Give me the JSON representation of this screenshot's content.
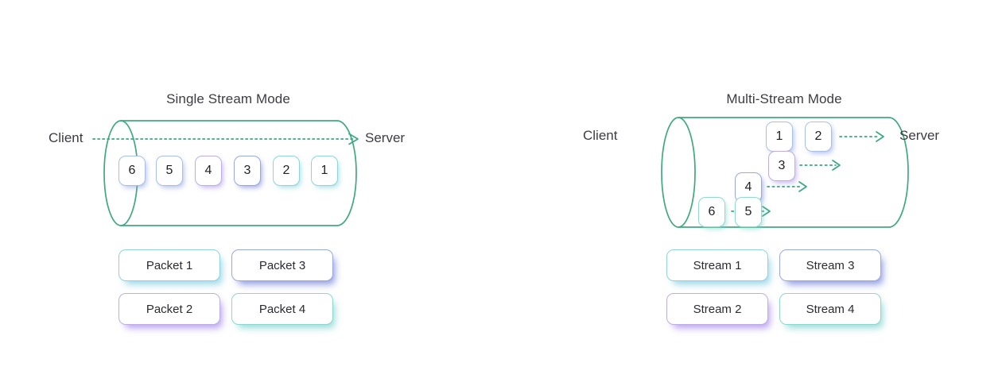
{
  "diagram": {
    "title_hidden": "",
    "accent_cylinder": "#3fa97f",
    "accent_arrow": "#3aa882"
  },
  "panels": [
    {
      "id": "single-stream",
      "title": "Single Stream Mode",
      "client_label": "Client",
      "server_label": "Server",
      "chips": [
        {
          "label": "6",
          "color": "blue"
        },
        {
          "label": "5",
          "color": "blue"
        },
        {
          "label": "4",
          "color": "purple"
        },
        {
          "label": "3",
          "color": "indigo"
        },
        {
          "label": "2",
          "color": "cyan"
        },
        {
          "label": "1",
          "color": "cyan"
        }
      ],
      "legend": [
        {
          "label": "Packet 1",
          "color": "cyan"
        },
        {
          "label": "Packet 3",
          "color": "indigo"
        },
        {
          "label": "Packet 2",
          "color": "purple"
        },
        {
          "label": "Packet 4",
          "color": "teal"
        }
      ],
      "arrow_count": 1
    },
    {
      "id": "multi-stream",
      "title": "Multi-Stream Mode",
      "client_label": "Client",
      "server_label": "Server",
      "chips": [
        {
          "label": "1",
          "color": "blue"
        },
        {
          "label": "2",
          "color": "blue"
        },
        {
          "label": "3",
          "color": "purple"
        },
        {
          "label": "4",
          "color": "indigo"
        },
        {
          "label": "6",
          "color": "teal"
        },
        {
          "label": "5",
          "color": "teal"
        }
      ],
      "legend": [
        {
          "label": "Stream 1",
          "color": "cyan"
        },
        {
          "label": "Stream 3",
          "color": "indigo"
        },
        {
          "label": "Stream 2",
          "color": "purple"
        },
        {
          "label": "Stream 4",
          "color": "teal"
        }
      ],
      "arrow_count": 4
    }
  ]
}
